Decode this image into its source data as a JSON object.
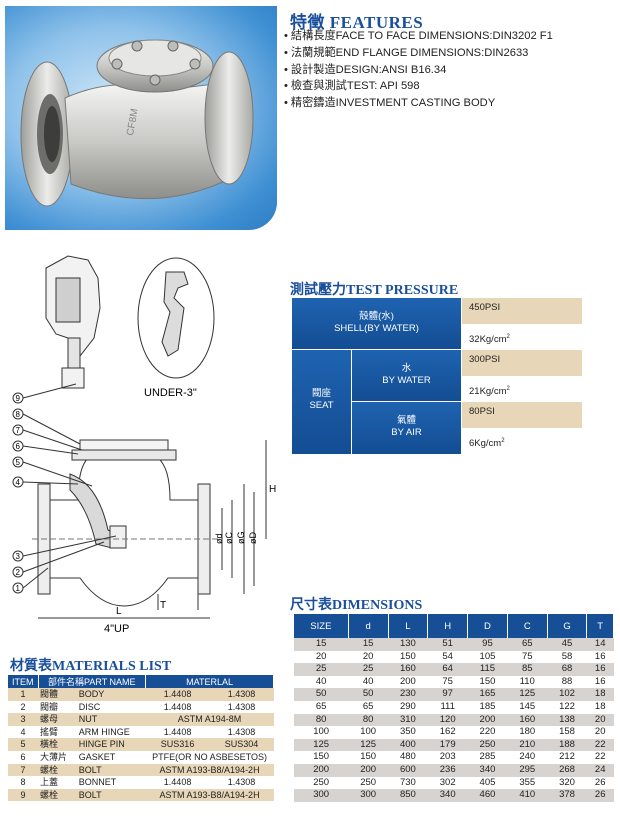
{
  "features": {
    "title": "特徵 FEATURES",
    "items": [
      "結構長度FACE TO FACE DIMENSIONS:DIN3202 F1",
      "法蘭規範END FLANGE DIMENSIONS:DIN2633",
      "設計製造DESIGN:ANSI B16.34",
      "檢查與測試TEST: API 598",
      "精密鑄造INVESTMENT CASTING BODY"
    ]
  },
  "diagram": {
    "under_label": "UNDER-3\"",
    "up_label": "4\"UP",
    "callouts": [
      "9",
      "8",
      "7",
      "6",
      "5",
      "4",
      "3",
      "2",
      "1"
    ],
    "dims": {
      "H": "H",
      "L": "L",
      "T": "T",
      "d": "ød",
      "C": "øC",
      "G": "øG",
      "D": "øD"
    }
  },
  "test_pressure": {
    "title": "測試壓力TEST PRESSURE",
    "shell_zh": "殼體(水)",
    "shell_en": "SHELL(BY WATER)",
    "shell_psi": "450PSI",
    "shell_kg": "32Kg/cm",
    "seat_zh": "閥座",
    "seat_en": "SEAT",
    "water_zh": "水",
    "water_en": "BY WATER",
    "water_psi": "300PSI",
    "water_kg": "21Kg/cm",
    "air_zh": "氣體",
    "air_en": "BY AIR",
    "air_psi": "80PSI",
    "air_kg": "6Kg/cm",
    "sup": "2"
  },
  "dimensions": {
    "title": "尺寸表DIMENSIONS",
    "headers": [
      "SIZE",
      "d",
      "L",
      "H",
      "D",
      "C",
      "G",
      "T"
    ],
    "rows": [
      [
        "15",
        "15",
        "130",
        "51",
        "95",
        "65",
        "45",
        "14"
      ],
      [
        "20",
        "20",
        "150",
        "54",
        "105",
        "75",
        "58",
        "16"
      ],
      [
        "25",
        "25",
        "160",
        "64",
        "115",
        "85",
        "68",
        "16"
      ],
      [
        "40",
        "40",
        "200",
        "75",
        "150",
        "110",
        "88",
        "16"
      ],
      [
        "50",
        "50",
        "230",
        "97",
        "165",
        "125",
        "102",
        "18"
      ],
      [
        "65",
        "65",
        "290",
        "111",
        "185",
        "145",
        "122",
        "18"
      ],
      [
        "80",
        "80",
        "310",
        "120",
        "200",
        "160",
        "138",
        "20"
      ],
      [
        "100",
        "100",
        "350",
        "162",
        "220",
        "180",
        "158",
        "20"
      ],
      [
        "125",
        "125",
        "400",
        "179",
        "250",
        "210",
        "188",
        "22"
      ],
      [
        "150",
        "150",
        "480",
        "203",
        "285",
        "240",
        "212",
        "22"
      ],
      [
        "200",
        "200",
        "600",
        "236",
        "340",
        "295",
        "268",
        "24"
      ],
      [
        "250",
        "250",
        "730",
        "302",
        "405",
        "355",
        "320",
        "26"
      ],
      [
        "300",
        "300",
        "850",
        "340",
        "460",
        "410",
        "378",
        "26"
      ]
    ]
  },
  "materials": {
    "title": "材質表MATERIALS LIST",
    "headers": [
      "ITEM",
      "部件名稱PART NAME",
      "MATERLAL"
    ],
    "rows": [
      {
        "item": "1",
        "zh": "閥體",
        "en": "BODY",
        "m1": "1.4408",
        "m2": "1.4308"
      },
      {
        "item": "2",
        "zh": "閥瓣",
        "en": "DISC",
        "m1": "1.4408",
        "m2": "1.4308"
      },
      {
        "item": "3",
        "zh": "螺母",
        "en": "NUT",
        "m": "ASTM A194-8M"
      },
      {
        "item": "4",
        "zh": "搖臂",
        "en": "ARM HINGE",
        "m1": "1.4408",
        "m2": "1.4308"
      },
      {
        "item": "5",
        "zh": "橫栓",
        "en": "HINGE PIN",
        "m1": "SUS316",
        "m2": "SUS304"
      },
      {
        "item": "6",
        "zh": "大薄片",
        "en": "GASKET",
        "m": "PTFE(OR NO ASBESETOS)"
      },
      {
        "item": "7",
        "zh": "螺栓",
        "en": "BOLT",
        "m": "ASTM A193-B8/A194-2H"
      },
      {
        "item": "8",
        "zh": "上蓋",
        "en": "BONNET",
        "m1": "1.4408",
        "m2": "1.4308"
      },
      {
        "item": "9",
        "zh": "螺栓",
        "en": "BOLT",
        "m": "ASTM A193-B8/A194-2H"
      }
    ]
  },
  "colors": {
    "title_blue": "#1a4f9c",
    "table_blue": "#174f97",
    "tan": "#e8d6b8",
    "grey_row": "#d7d3d0"
  }
}
